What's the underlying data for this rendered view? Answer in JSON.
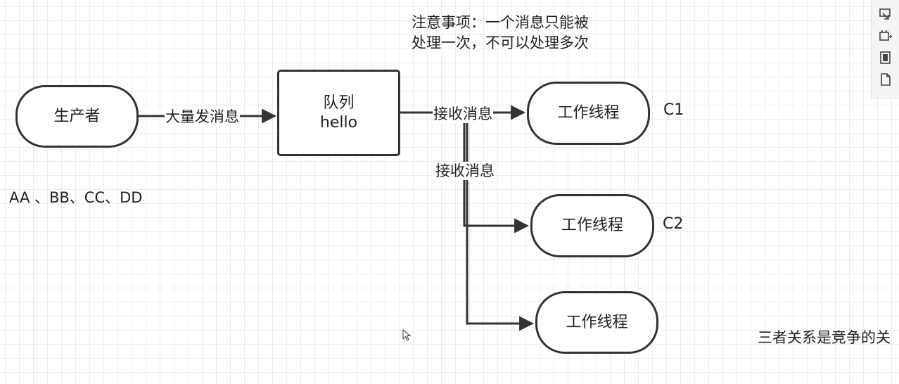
{
  "note": {
    "line1": "注意事项：一个消息只能被",
    "line2": "处理一次，不可以处理多次"
  },
  "nodes": {
    "producer": "生产者",
    "queue_line1": "队列",
    "queue_line2": "hello",
    "worker1": "工作线程",
    "worker2": "工作线程",
    "worker3": "工作线程"
  },
  "edges": {
    "producer_to_queue": "大量发消息",
    "queue_to_worker1": "接收消息",
    "queue_to_worker2": "接收消息"
  },
  "labels": {
    "c1": "C1",
    "c2": "C2",
    "messages": "AA 、BB、CC、DD",
    "relation": "三者关系是竞争的关"
  },
  "toolbar": {
    "icons": [
      "format-panel-icon",
      "outline-panel-icon",
      "layers-panel-icon",
      "page-icon"
    ]
  }
}
